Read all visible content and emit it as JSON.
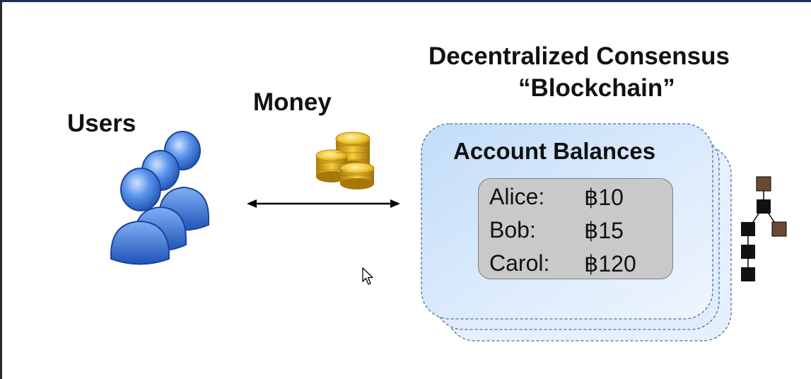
{
  "labels": {
    "users": "Users",
    "money": "Money",
    "consensus_line1": "Decentralized Consensus",
    "consensus_line2": "“Blockchain”",
    "account_balances": "Account Balances"
  },
  "balances": [
    {
      "name": "Alice:",
      "amount": "฿10"
    },
    {
      "name": "Bob:",
      "amount": "฿15"
    },
    {
      "name": "Carol:",
      "amount": "฿120"
    }
  ],
  "colors": {
    "user_blue": "#3a78d8",
    "coin_gold": "#e8b820",
    "card_fill": "#d6e7fb",
    "block_black": "#111111",
    "block_brown": "#6b4a35",
    "balance_box": "#c9c9c9"
  },
  "icons": [
    "users-icon",
    "coins-icon",
    "bidirectional-arrow-icon",
    "blockchain-tree-icon",
    "mouse-cursor-icon"
  ]
}
